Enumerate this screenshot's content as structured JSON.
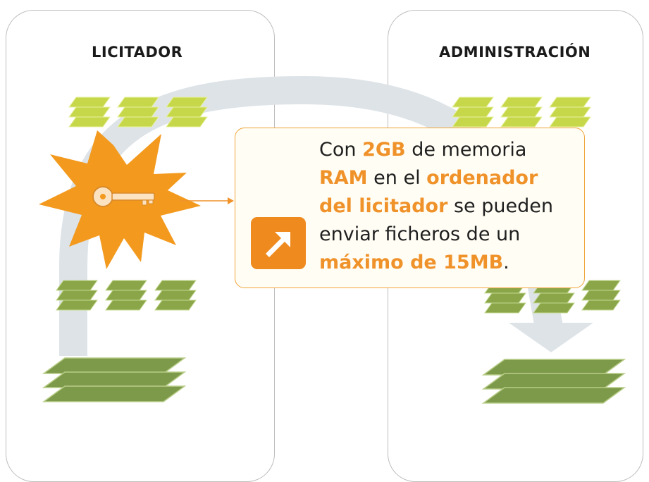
{
  "panels": {
    "left_title": "LICITADOR",
    "right_title": "ADMINISTRACIÓN"
  },
  "callout": {
    "line1_a": "Con ",
    "line1_b": "2GB",
    "line1_c": " de memoria",
    "line2_a": "RAM",
    "line2_b": " en el ",
    "line2_c": "ordenador",
    "line3_a": "del licitador",
    "line3_b": " se pueden",
    "line4": "enviar ficheros de un",
    "line5_a": "máximo de 15MB",
    "line5_b": "."
  },
  "icons": [
    "key-icon",
    "arrow-up-right-icon"
  ],
  "colors": {
    "accent_orange": "#f0922a",
    "burst_orange": "#f39a1e",
    "stack_light_green": "#c6d84a",
    "stack_mid_green": "#8aa649",
    "stack_dark_green": "#7c9a4a",
    "arc_gray": "#dde3e7",
    "panel_border": "#bdbdbd"
  }
}
